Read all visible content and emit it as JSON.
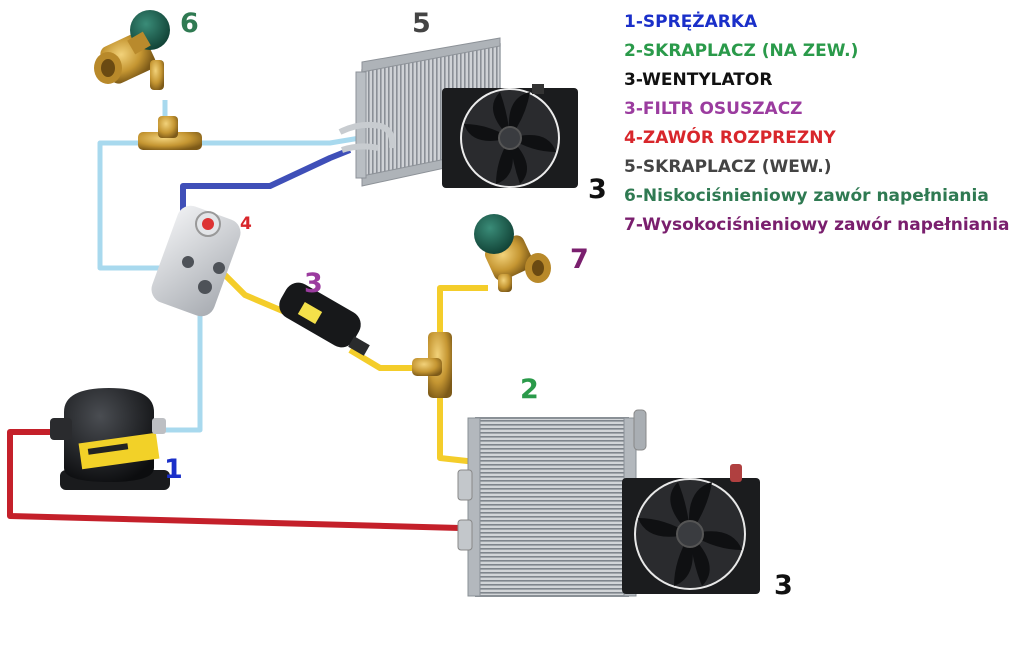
{
  "colors": {
    "blue": "#1a2fc9",
    "green": "#2a9a4a",
    "black": "#111111",
    "purple": "#9b3c9f",
    "red": "#d8262b",
    "gray": "#444444",
    "teal_green": "#2f7a52",
    "maroon": "#7a1f6e",
    "pipe_light_blue": "#a8d9ee",
    "pipe_dark_blue": "#3f4fb8",
    "pipe_yellow": "#f4cd2a",
    "pipe_red": "#c4202a"
  },
  "labels": {
    "valve_low": "6",
    "evaporator": "5",
    "fan_top": "3",
    "expansion_valve": "4",
    "filter_drier": "3",
    "valve_high": "7",
    "condenser": "2",
    "compressor": "1",
    "fan_bottom": "3"
  },
  "legend": [
    {
      "num": "1",
      "text": "-SPRĘŻARKA",
      "color": "blue"
    },
    {
      "num": "2",
      "text": "-SKRAPLACZ (NA ZEW.)",
      "color": "green"
    },
    {
      "num": "3",
      "text": "-WENTYLATOR",
      "color": "black"
    },
    {
      "num": "3",
      "text": "-FILTR OSUSZACZ",
      "color": "purple"
    },
    {
      "num": "4",
      "text": "-ZAWÓR ROZPREZNY",
      "color": "red"
    },
    {
      "num": "5",
      "text": "-SKRAPLACZ (WEW.)",
      "color": "gray"
    },
    {
      "num": "6",
      "text": "-Niskociśnieniowy zawór napełniania",
      "color": "teal_green"
    },
    {
      "num": "7",
      "text": "-Wysokociśnieniowy zawór napełniania",
      "color": "maroon"
    }
  ]
}
